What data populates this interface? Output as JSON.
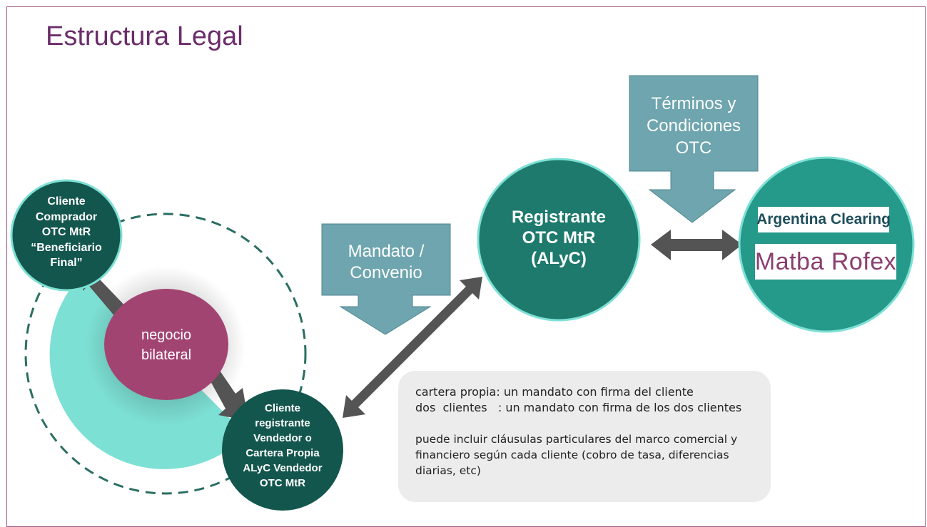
{
  "slide": {
    "title": "Estructura Legal"
  },
  "colors": {
    "frame": "#a0577f",
    "title": "#6b2d6a",
    "dark_teal": "#13564d",
    "mid_teal": "#1d7a6d",
    "aqua": "#7de0d4",
    "clearing_teal": "#25998a",
    "bilateral": "#a24472",
    "callout": "#6ea5ae",
    "arrow": "#545454",
    "notes_bg": "#ececec"
  },
  "diagram": {
    "buyer": {
      "lines": [
        "Cliente",
        "Comprador",
        "OTC MtR",
        "“Beneficiario",
        "Final”"
      ]
    },
    "bilateral": {
      "lines": [
        "negocio",
        "bilateral"
      ]
    },
    "seller": {
      "lines": [
        "Cliente",
        "registrante",
        "Vendedor o",
        "Cartera Propia",
        "ALyC Vendedor",
        "OTC MtR"
      ]
    },
    "registrant": {
      "lines": [
        "Registrante",
        "OTC MtR",
        "(ALyC)"
      ]
    },
    "mandate_callout": {
      "lines": [
        "Mandato /",
        "Convenio"
      ]
    },
    "terms_callout": {
      "lines": [
        "Términos y",
        "Condiciones",
        "OTC"
      ]
    },
    "clearing": {
      "argentina_clearing": "Argentina Clearing",
      "matba_rofex": "Matba Rofex"
    }
  },
  "notes": {
    "cartera_propia": "cartera propia: un mandato con firma del cliente",
    "dos_clientes": "dos  clientes   : un mandato con firma de los dos clientes",
    "description": "puede incluir cláusulas particulares del marco comercial y financiero según cada cliente (cobro de tasa, diferencias diarias, etc)"
  }
}
